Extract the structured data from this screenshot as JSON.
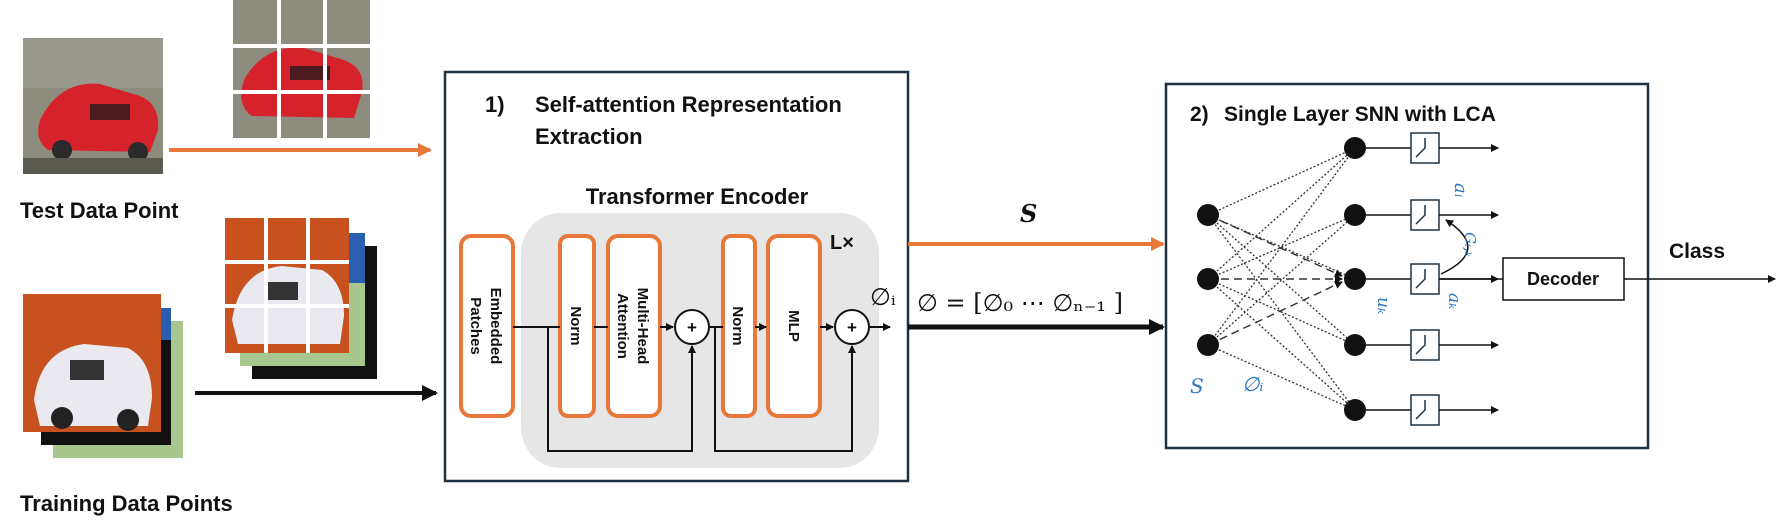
{
  "inputs": {
    "test_label": "Test Data Point",
    "training_label": "Training Data Points"
  },
  "section1": {
    "number": "1)",
    "title_line1": "Self-attention Representation",
    "title_line2": "Extraction",
    "encoder_title": "Transformer Encoder",
    "repeat": "L×",
    "embedded_line1": "Embedded",
    "embedded_line2": "Patches",
    "norm1": "Norm",
    "mha_line1": "Multi-Head",
    "mha_line2": "Attention",
    "norm2": "Norm",
    "mlp": "MLP",
    "plus": "+",
    "phi_i": "∅ᵢ"
  },
  "middle": {
    "s_label": "S",
    "phi_vector": "∅ = [∅₀   ⋯   ∅ₙ₋₁ ]"
  },
  "section2": {
    "number": "2)",
    "title": "Single Layer SNN with LCA",
    "decoder": "Decoder",
    "output": "Class",
    "s_label": "S",
    "phi_label": "∅ᵢ",
    "a_i": "aᵢ",
    "g_ik": "Gᵢ,ₖ",
    "u_k": "uₖ",
    "a_k": "aₖ"
  },
  "colors": {
    "orange": "#e8773a",
    "box_outline": "#1f3040",
    "encoder_bg": "#e6e6e6",
    "math_blue": "#2b78c2"
  }
}
